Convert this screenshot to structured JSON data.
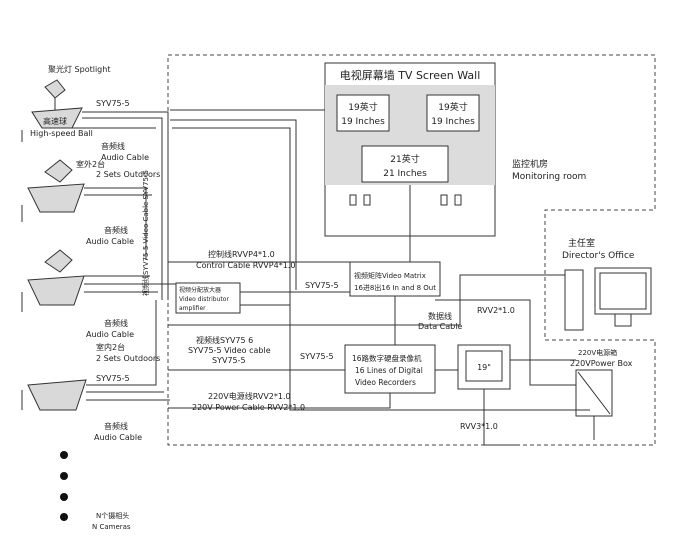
{
  "devices": {
    "spotlight": "聚光灯 Spotlight",
    "speed_ball_cn": "高速球",
    "speed_ball_en": "High-speed Ball",
    "outdoor_cn": "室外2台",
    "outdoor_en": "2 Sets Outdoors",
    "indoor_cn": "室内2台",
    "indoor_en": "2 Sets Outdoors",
    "audio_cn": "音频线",
    "audio_en": "Audio Cable",
    "n_cameras_cn": "N个摄相头",
    "n_cameras_en": "N Cameras"
  },
  "cables": {
    "syv75_5": "SYV75-5",
    "vertical_video": "视频线SYV75-5 Video Cable SYV75-5",
    "control_cn": "控制线RVVP4*1.0",
    "control_en": "Control Cable RVVP4*1.0",
    "video_cable_cn": "视频线SYV75 6",
    "video_cable_en": "SYV75-5 Video cable",
    "video_cable_syv": "SYV75-5",
    "power_cn": "220V电源线RVV2*1.0",
    "power_en": "220V Power Cable RVV2*1.0",
    "data_cn": "数据线",
    "data_en": "Data Cable",
    "rvv2": "RVV2*1.0",
    "rvv3": "RVV3*1.0"
  },
  "wall": {
    "title": "电视屏幕墙 TV Screen Wall",
    "m1_cn": "19英寸",
    "m1_en": "19 Inches",
    "m2_cn": "19英寸",
    "m2_en": "19 Inches",
    "m3_cn": "21英寸",
    "m3_en": "21 Inches"
  },
  "room": {
    "cn": "监控机房",
    "en": "Monitoring room"
  },
  "office": {
    "cn": "主任室",
    "en": "Director's Office"
  },
  "matrix": {
    "l1": "视频矩阵Video Matrix",
    "l2": "16进8出16 In and 8 Out"
  },
  "distributor": {
    "l1": "视频分配放大器",
    "l2": "Video distributor",
    "l3": "amplifier"
  },
  "dvr": {
    "l1": "16路数字硬盘录像机",
    "l2": "16 Lines of Digital",
    "l3": "Video Recorders"
  },
  "monitor_small": "19\"",
  "power_box": {
    "cn": "220V电源箱",
    "en": "220VPower Box"
  },
  "colors": {
    "line": "#333333",
    "wall_fill": "#dcdcdc",
    "camera_fill": "#d9d9d9"
  }
}
